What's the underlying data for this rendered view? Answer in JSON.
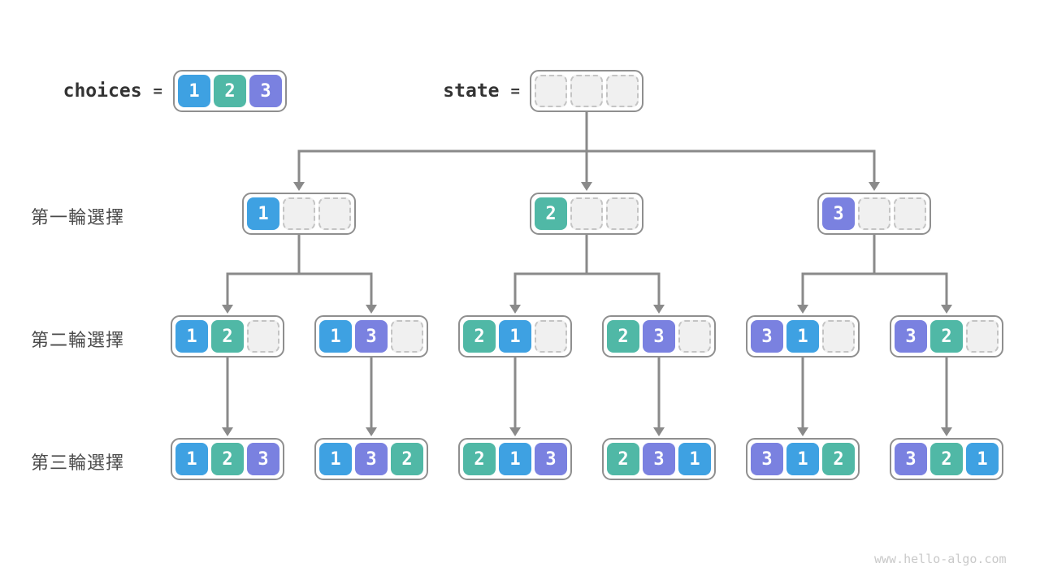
{
  "colors": {
    "blue": "#3EA1E2",
    "teal": "#50B8A6",
    "purple": "#7A81E0",
    "empty_fill": "#F0F0F0",
    "empty_border": "#C4C4C4",
    "box_border": "#8F8F8F",
    "arrow": "#8A8A8A",
    "digit_text": "#FFFFFF",
    "code_text": "#333333",
    "row_label_text": "#4A4A4A",
    "watermark_text": "#C9C9C9"
  },
  "value_colors": {
    "1": "blue",
    "2": "teal",
    "3": "purple"
  },
  "header": {
    "choices_label": "choices",
    "equals": "=",
    "choices_values": [
      1,
      2,
      3
    ],
    "state_label": "state",
    "state_values": [
      null,
      null,
      null
    ]
  },
  "rows": [
    {
      "label": "第一輪選擇",
      "boxes": [
        [
          1,
          null,
          null
        ],
        [
          2,
          null,
          null
        ],
        [
          3,
          null,
          null
        ]
      ]
    },
    {
      "label": "第二輪選擇",
      "boxes": [
        [
          1,
          2,
          null
        ],
        [
          1,
          3,
          null
        ],
        [
          2,
          1,
          null
        ],
        [
          2,
          3,
          null
        ],
        [
          3,
          1,
          null
        ],
        [
          3,
          2,
          null
        ]
      ]
    },
    {
      "label": "第三輪選擇",
      "boxes": [
        [
          1,
          2,
          3
        ],
        [
          1,
          3,
          2
        ],
        [
          2,
          1,
          3
        ],
        [
          2,
          3,
          1
        ],
        [
          3,
          1,
          2
        ],
        [
          3,
          2,
          1
        ]
      ]
    }
  ],
  "watermark": "www.hello-algo.com"
}
